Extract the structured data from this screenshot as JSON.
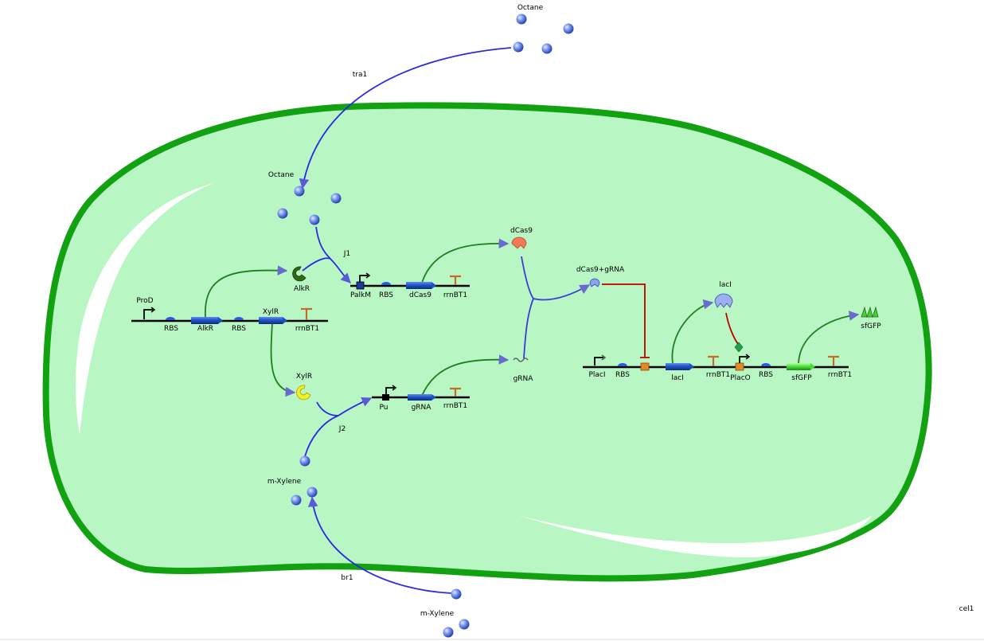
{
  "compartment": {
    "label": "cel1"
  },
  "species": {
    "octane_outside": "Octane",
    "octane_inside": "Octane",
    "mxylene_inside": "m-Xylene",
    "mxylene_outside": "m-Xylene",
    "alkr": "AlkR",
    "xylr": "XylR",
    "dcas9": "dCas9",
    "dcas9_grna": "dCas9+gRNA",
    "grna": "gRNA",
    "laci": "lacI",
    "sfgfp": "sfGFP"
  },
  "reactions": {
    "tra1": "tra1",
    "j1": "J1",
    "j2": "J2",
    "br1": "br1"
  },
  "module1": {
    "parts": [
      "ProD",
      "RBS",
      "AlkR",
      "RBS",
      "XylR",
      "rrnBT1"
    ]
  },
  "module2": {
    "parts": [
      "PalkM",
      "RBS",
      "dCas9",
      "rrnBT1"
    ]
  },
  "module3": {
    "parts": [
      "Pu",
      "gRNA",
      "rrnBT1"
    ]
  },
  "module4": {
    "parts": [
      "PlacI",
      "RBS",
      "lacI",
      "rrnBT1",
      "PlacO",
      "RBS",
      "sfGFP",
      "rrnBT1"
    ]
  },
  "colors": {
    "cell_fill": "#b8f7c4",
    "cell_border": "#11a111",
    "transport_arrow": "#2a2ae0",
    "production_arrow": "#1f7f1f",
    "inhibition": "#c00000",
    "molecule": "#6b8cf0",
    "cds": "#1e4fbf",
    "sfgfp_cds": "#55ee44"
  }
}
